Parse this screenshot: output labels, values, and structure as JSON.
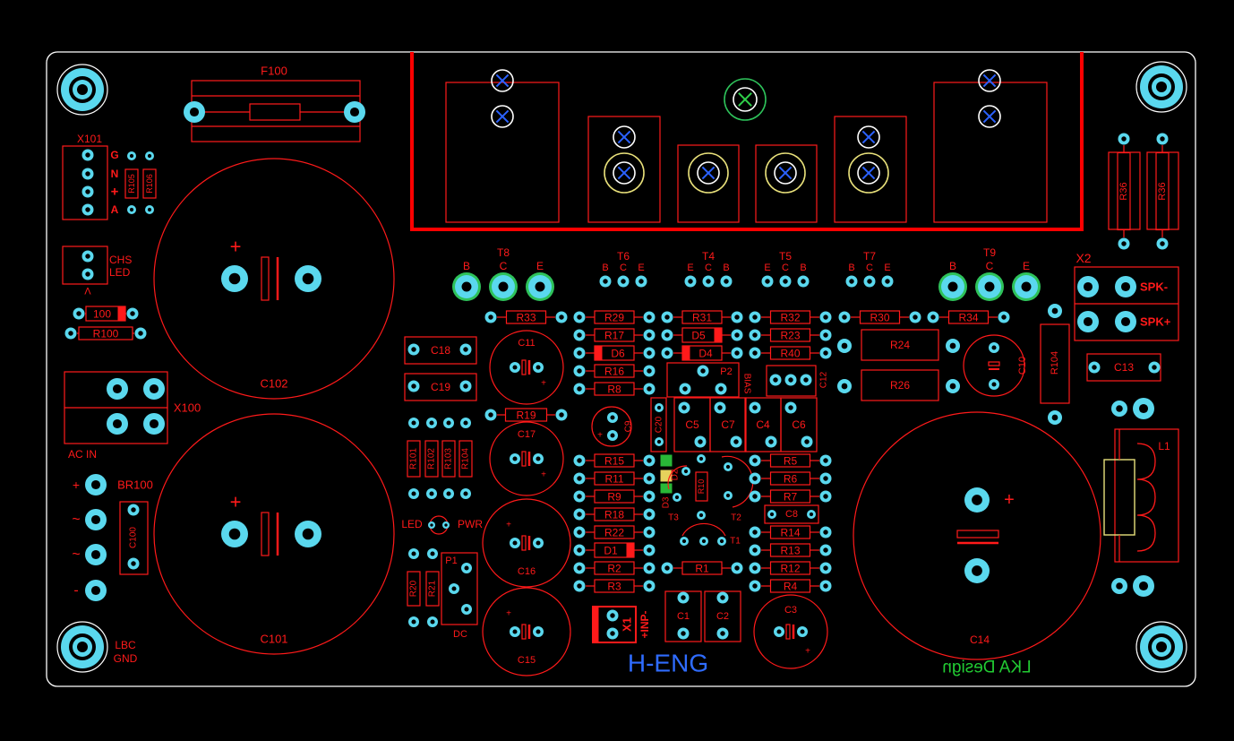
{
  "colors": {
    "background": "#000000",
    "silk": "#ff1a1a",
    "outline": "#ffffff",
    "pad": "#5ad8ee",
    "ring_yellow": "#e8e07a",
    "ring_green": "#2ec25a",
    "cross_blue": "#2b62ff",
    "cross_green": "#2fd04a",
    "heatsink": "#ff0000",
    "brand_blue": "#2f6cff",
    "brand_green": "#22cc33",
    "led_green": "#29b837",
    "led_yellow": "#e6d25c"
  },
  "icons": {
    "mounting_hole": "concentric-circle-pad",
    "screw_pad": "circle-with-cross",
    "polarity": "plus-sign"
  },
  "brand": {
    "left": "H-ENG",
    "right": "LKA Design"
  },
  "labels": {
    "F100": "F100",
    "X101": "X101",
    "G": "G",
    "N": "N",
    "plus": "+",
    "A": "A",
    "R105": "R105",
    "R106": "R106",
    "CHS": "CHS",
    "LED": "LED",
    "V": "V",
    "R100a": "100",
    "R100b": "R100",
    "X100": "X100",
    "AC_IN": "AC IN",
    "BR100": "BR100",
    "bplus": "+",
    "tilde1": "~",
    "tilde2": "~",
    "minus": "-",
    "C100": "C100",
    "LBC": "LBC",
    "GND": "GND",
    "C102": "C102",
    "C101": "C101",
    "C18": "C18",
    "C19": "C19",
    "C11": "C11",
    "C17": "C17",
    "C16": "C16",
    "C15": "C15",
    "R101": "R101",
    "R102": "R102",
    "R103": "R103",
    "R104a": "R104",
    "LEDPWR_L": "LED",
    "LEDPWR_R": "PWR",
    "R20": "R20",
    "R21": "R21",
    "P1": "P1",
    "DC": "DC",
    "T8": "T8",
    "T9": "T9",
    "T6": "T6",
    "T4": "T4",
    "T5": "T5",
    "T7": "T7",
    "R33": "R33",
    "R29": "R29",
    "R31": "R31",
    "R32": "R32",
    "R30": "R30",
    "R34": "R34",
    "R17": "R17",
    "R23": "R23",
    "D6": "D6",
    "D5": "D5",
    "D4": "D4",
    "R40": "R40",
    "R16": "R16",
    "R8": "R8",
    "P2": "P2",
    "BIAS": "BIAS",
    "C12": "C12",
    "R24": "R24",
    "R26": "R26",
    "C10": "C10",
    "R104b": "R104",
    "R19": "R19",
    "C9": "C9",
    "C20": "C20",
    "C5": "C5",
    "C7": "C7",
    "C4": "C4",
    "C6": "C6",
    "R15": "R15",
    "R11": "R11",
    "R9": "R9",
    "R18": "R18",
    "R22": "R22",
    "D1": "D1",
    "R2": "R2",
    "R3": "R3",
    "R1": "R1",
    "D2": "D2",
    "D3": "D3",
    "R10": "R10",
    "T3": "T3",
    "T2": "T2",
    "T1": "T1",
    "R5": "R5",
    "R6": "R6",
    "R7": "R7",
    "C8": "C8",
    "R14": "R14",
    "R13": "R13",
    "R12": "R12",
    "R4": "R4",
    "X1": "X1",
    "INP": "+INP-",
    "C1": "C1",
    "C2": "C2",
    "C3": "C3",
    "C14": "C14",
    "X2": "X2",
    "SPKm": "SPK-",
    "SPKp": "SPK+",
    "C13": "C13",
    "L1": "L1",
    "R36a": "R36",
    "R36b": "R36",
    "B": "B",
    "C": "C",
    "E": "E"
  }
}
